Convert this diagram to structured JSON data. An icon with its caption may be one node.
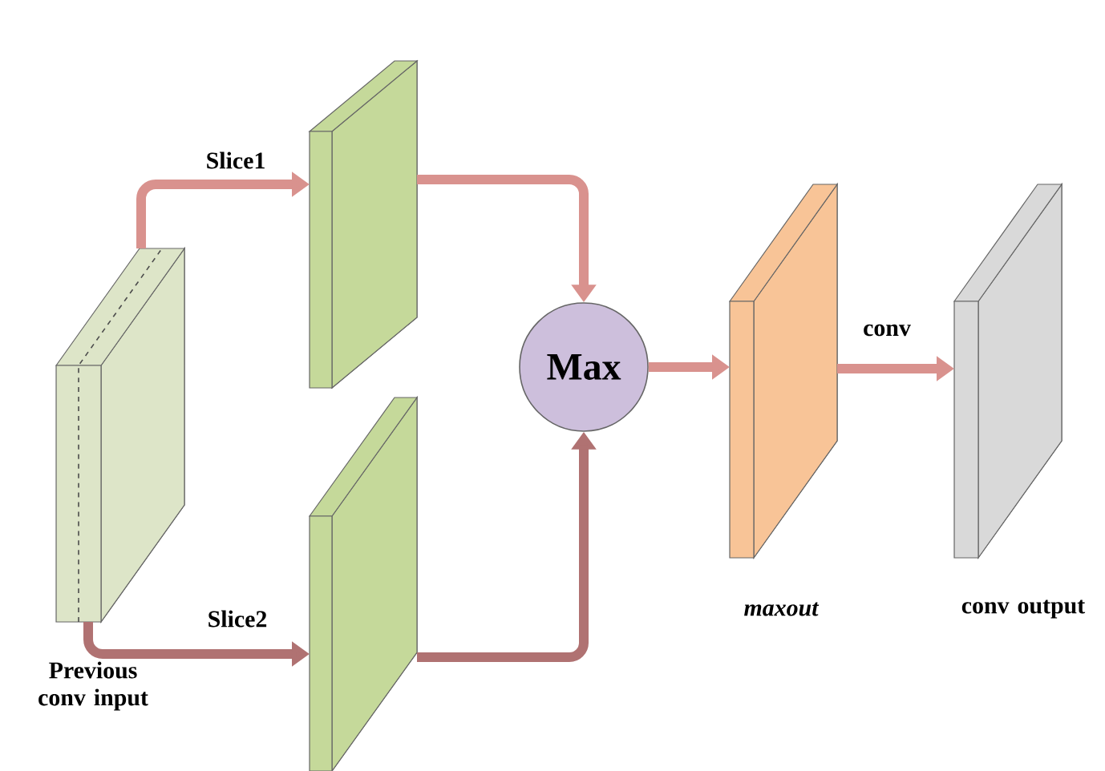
{
  "diagram": {
    "nodes": [
      {
        "text": [
          "Previous conv input"
        ]
      },
      {
        "text": [],
        "shape": "box"
      },
      {
        "text": [],
        "shape": "box"
      },
      {
        "text": [
          "Max"
        ]
      },
      {
        "text": [
          "maxout"
        ]
      },
      {
        "text": [
          "conv output"
        ]
      }
    ],
    "edges": [
      {
        "from": 0,
        "to": 1,
        "arrow": "to",
        "label": "Slice1"
      },
      {
        "from": 0,
        "to": 2,
        "arrow": "to",
        "label": "Slice2",
        "color": "#b07272"
      },
      {
        "from": 1,
        "to": 3,
        "arrow": "to"
      },
      {
        "from": 2,
        "to": 3,
        "arrow": "to",
        "color": "#b07272"
      },
      {
        "from": 3,
        "to": 4,
        "arrow": "to"
      },
      {
        "from": 4,
        "to": 5,
        "arrow": "to",
        "label": "conv"
      }
    ]
  }
}
